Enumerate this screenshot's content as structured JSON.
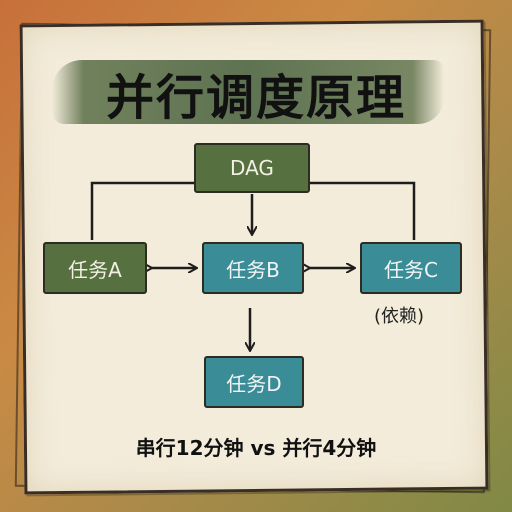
{
  "title": "并行调度原理",
  "nodes": {
    "dag": "DAG",
    "task_a": "任务A",
    "task_b": "任务B",
    "task_c": "任务C",
    "task_d": "任务D"
  },
  "dependency_note": "(依赖)",
  "footer": "串行12分钟 vs 并行4分钟",
  "colors": {
    "green_node": "#56713f",
    "teal_node": "#3a8c96",
    "paper": "#f3ecda"
  }
}
